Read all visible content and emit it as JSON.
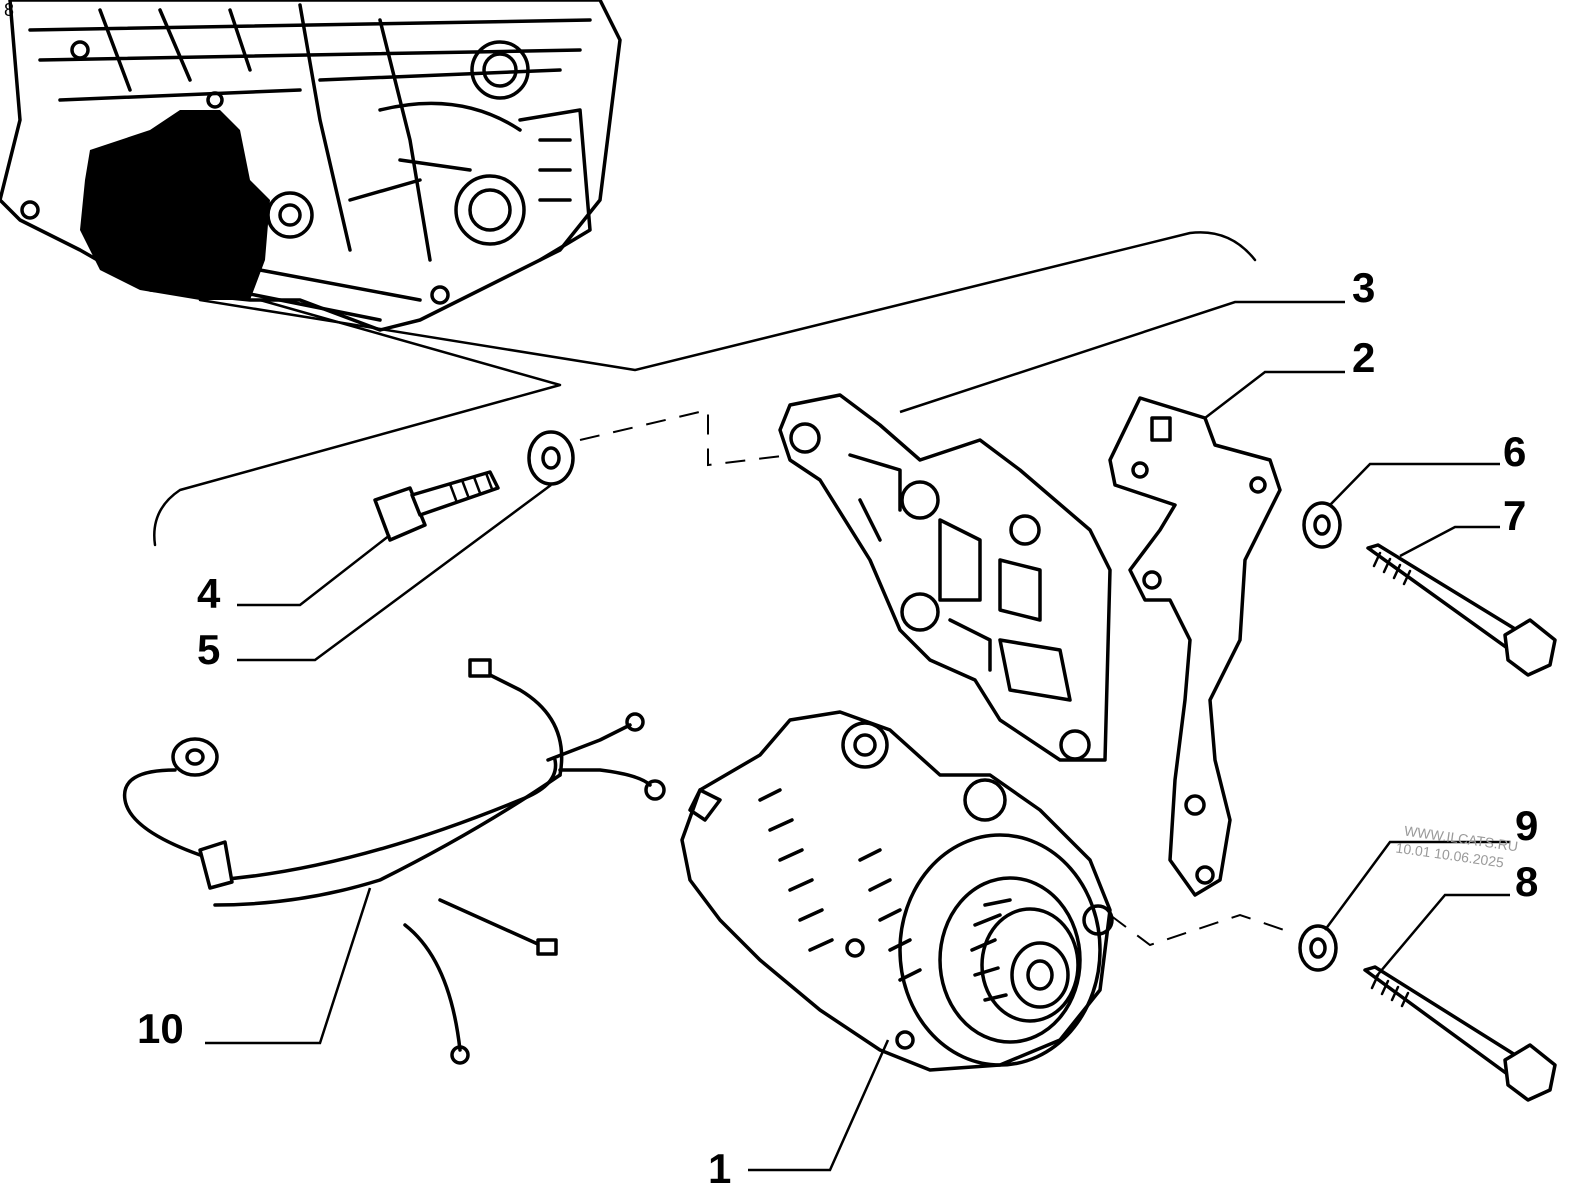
{
  "diagram": {
    "callouts": [
      {
        "id": "c1",
        "label": "1"
      },
      {
        "id": "c2",
        "label": "2"
      },
      {
        "id": "c3",
        "label": "3"
      },
      {
        "id": "c4",
        "label": "4"
      },
      {
        "id": "c5",
        "label": "5"
      },
      {
        "id": "c6",
        "label": "6"
      },
      {
        "id": "c7",
        "label": "7"
      },
      {
        "id": "c8",
        "label": "8"
      },
      {
        "id": "c9",
        "label": "9"
      },
      {
        "id": "c10",
        "label": "10"
      }
    ],
    "watermark": {
      "line1": "WWW.ILCATS.RU",
      "line2": "10.01 10.06.2025"
    },
    "corner_mark": "8"
  }
}
